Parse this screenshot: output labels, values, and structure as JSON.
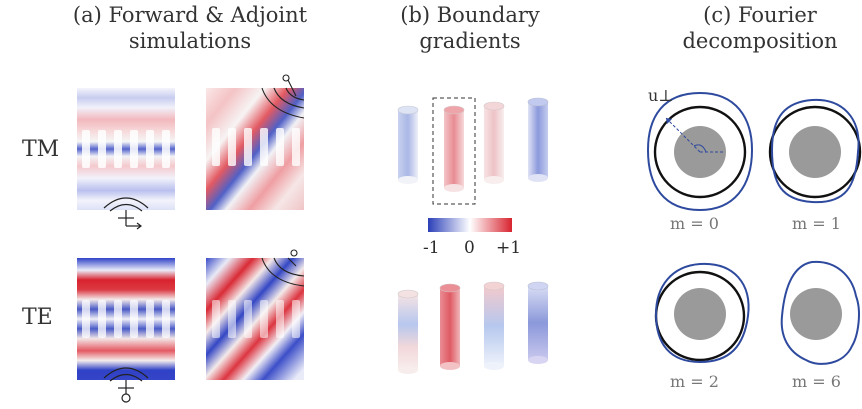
{
  "panels": {
    "a": {
      "title_line1": "(a) Forward & Adjoint",
      "title_line2": "simulations"
    },
    "b": {
      "title_line1": "(b) Boundary",
      "title_line2": "gradients"
    },
    "c": {
      "title_line1": "(c) Fourier",
      "title_line2": "decomposition"
    }
  },
  "row_labels": {
    "tm": "TM",
    "te": "TE"
  },
  "colorbar": {
    "min_label": "-1",
    "mid_label": "0",
    "max_label": "+1",
    "low_color": "#2b3fb8",
    "mid_color": "#ffffff",
    "high_color": "#d8232f"
  },
  "fourier": {
    "vector_label": "u⊥",
    "modes": [
      "m = 0",
      "m = 1",
      "m = 2",
      "m = 6"
    ],
    "mode_orders": [
      0,
      1,
      2,
      6
    ]
  },
  "colors": {
    "perturbed_contour": "#2e4a9e",
    "base_contour": "#111111",
    "rod": "#9a9a9a"
  }
}
